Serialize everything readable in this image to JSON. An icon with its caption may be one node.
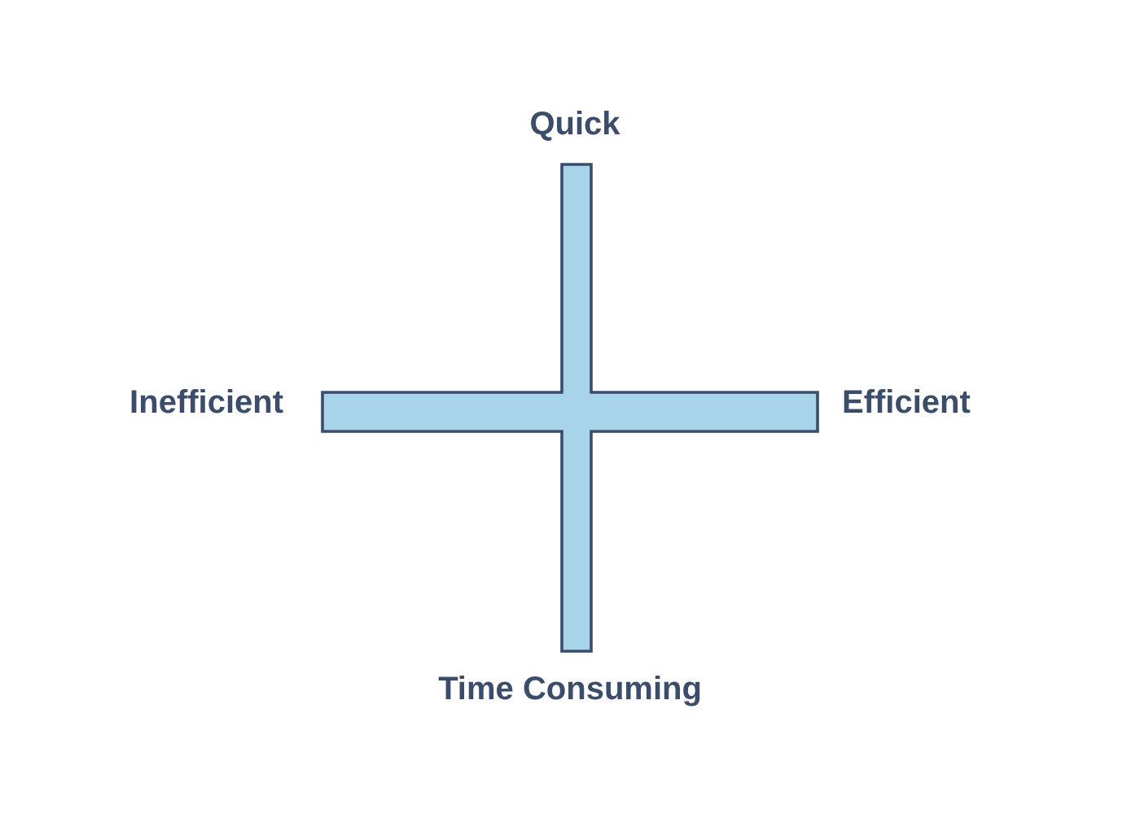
{
  "diagram": {
    "labels": [
      "Quick",
      "Inefficient",
      "Efficient",
      "Time Consuming"
    ]
  }
}
